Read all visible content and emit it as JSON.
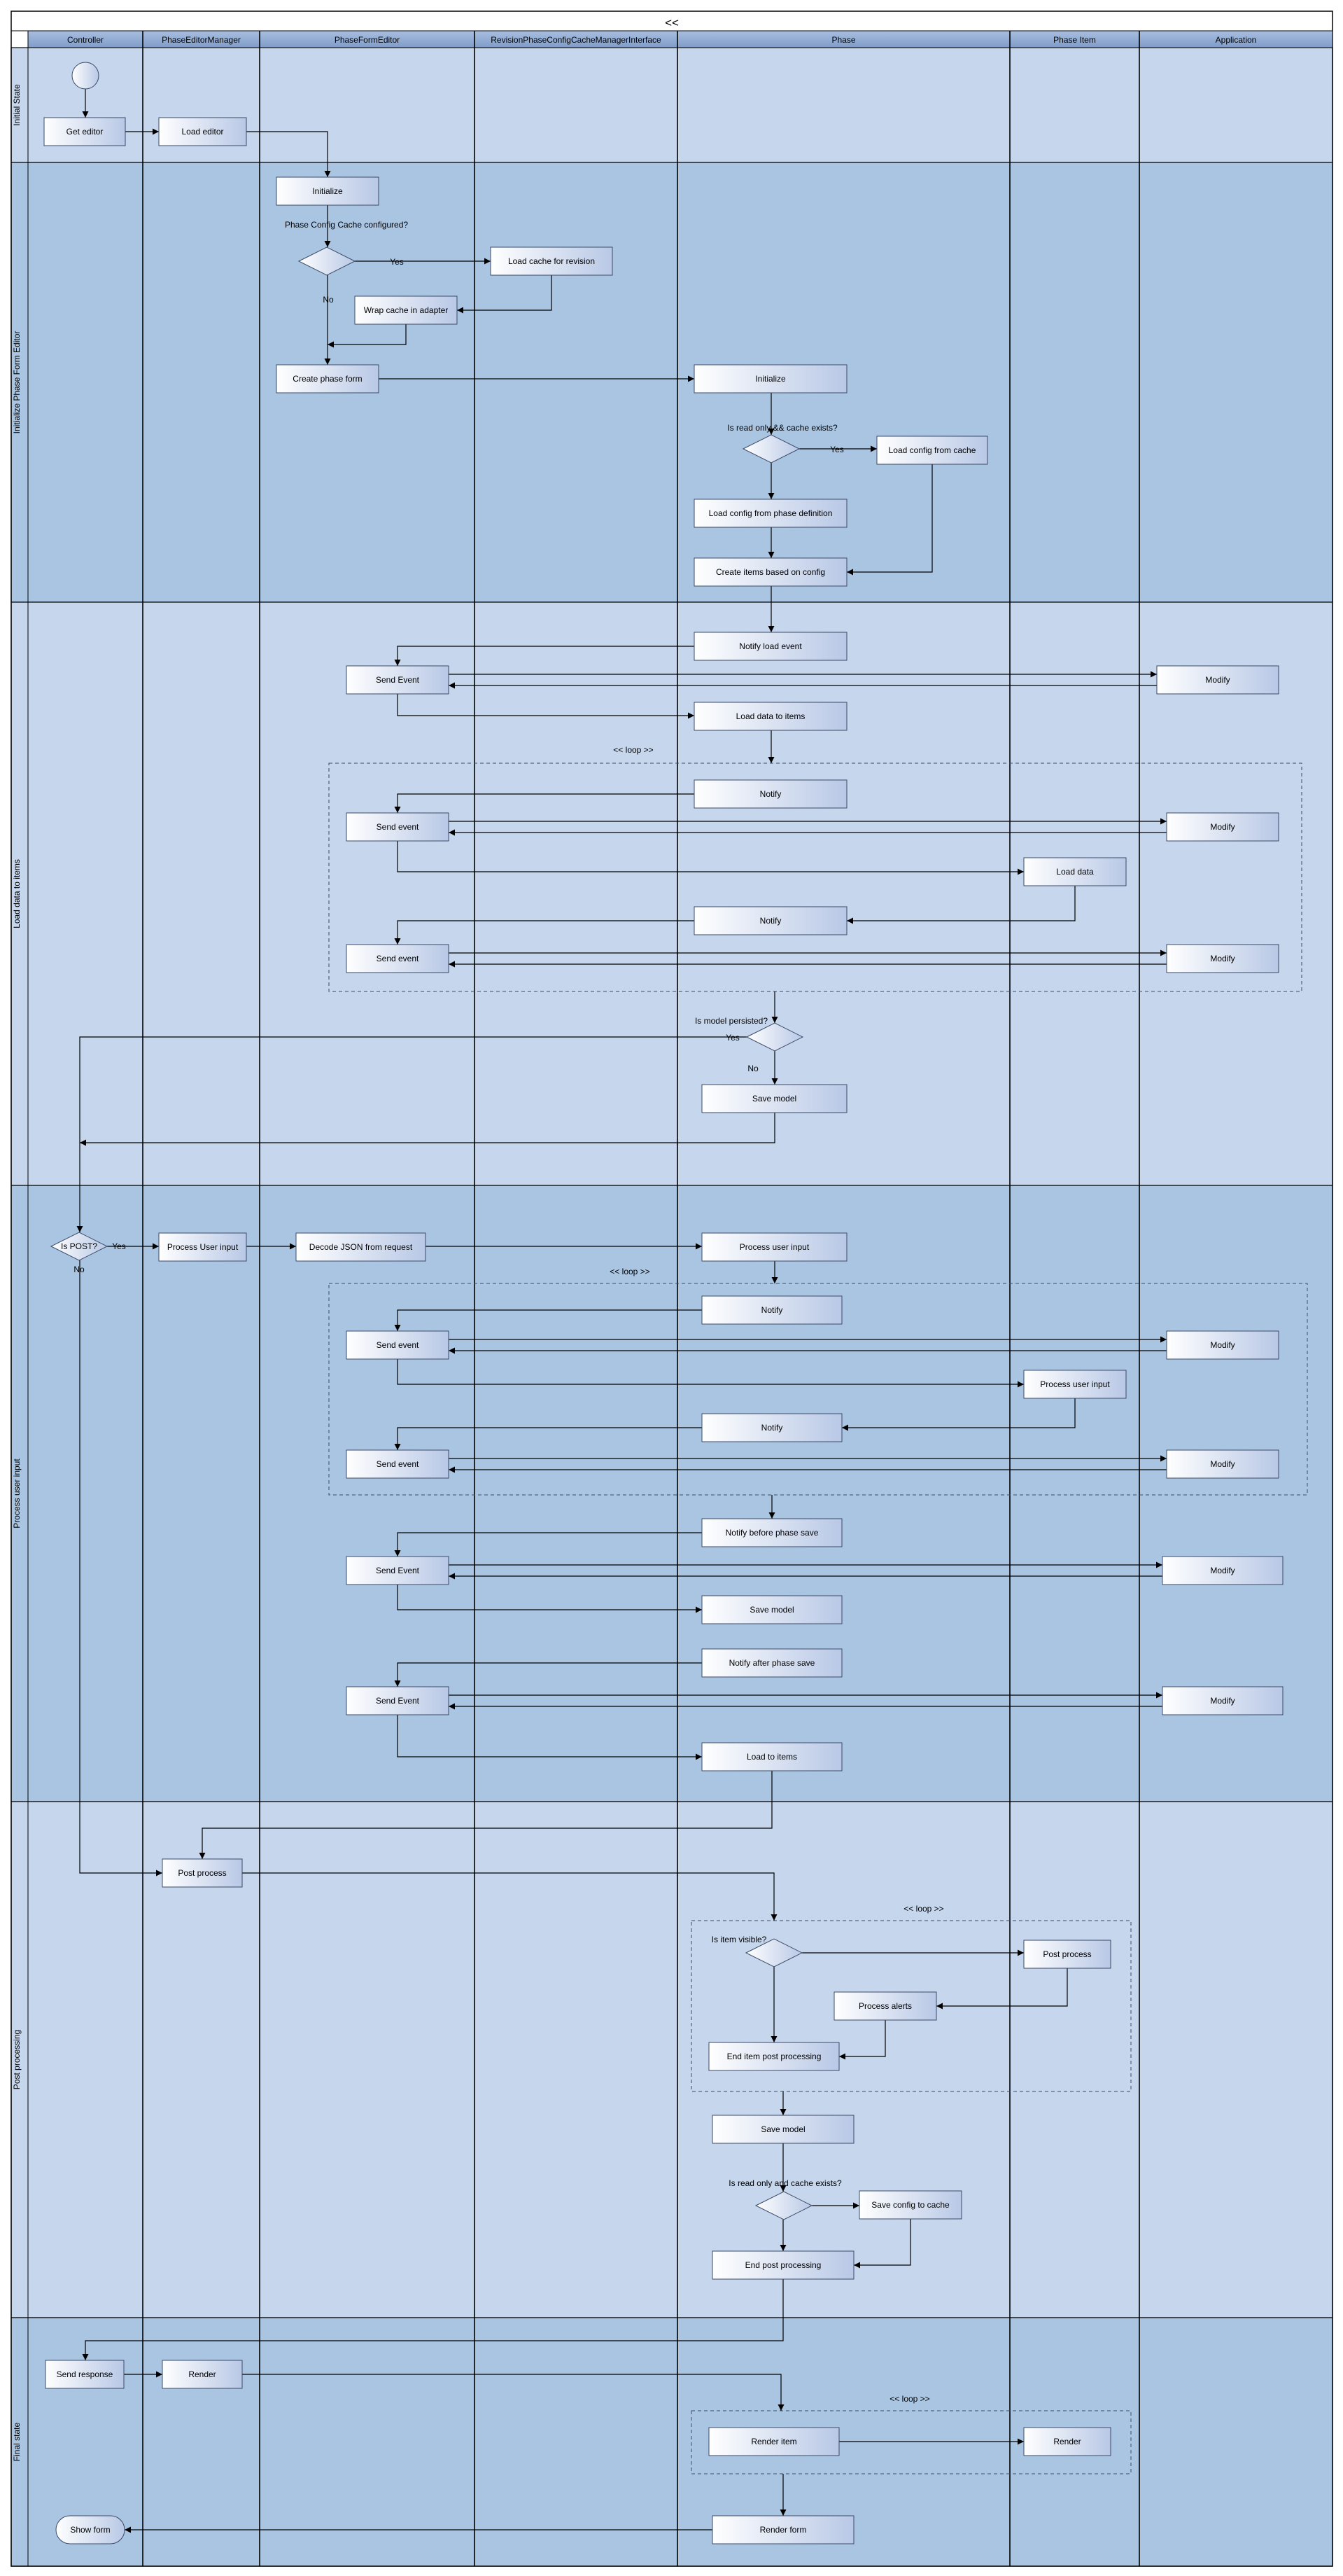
{
  "title": "<<",
  "columns": [
    "Controller",
    "PhaseEditorManager",
    "PhaseFormEditor",
    "RevisionPhaseConfigCacheManagerInterface",
    "Phase",
    "Phase Item",
    "Application"
  ],
  "lanes": [
    "Initial State",
    "Initialize Phase Form Editor",
    "Load data to items",
    "Process user input",
    "Post processing",
    "Final state"
  ],
  "boxes": {
    "get_editor": "Get editor",
    "load_editor": "Load editor",
    "pfe_initialize": "Initialize",
    "load_cache_revision": "Load cache for revision",
    "wrap_cache": "Wrap cache in adapter",
    "create_phase_form": "Create phase form",
    "phase_initialize": "Initialize",
    "load_config_cache": "Load config from cache",
    "load_config_def": "Load config from phase definition",
    "create_items": "Create items based on config",
    "notify_load_event": "Notify load event",
    "send_event_1": "Send Event",
    "modify_1": "Modify",
    "load_data_items": "Load data to items",
    "notify_1": "Notify",
    "send_event_2": "Send event",
    "modify_2": "Modify",
    "load_data": "Load data",
    "notify_2": "Notify",
    "send_event_3": "Send event",
    "modify_3": "Modify",
    "save_model_1": "Save model",
    "process_user_input_mgr": "Process User input",
    "decode_json": "Decode JSON from request",
    "process_user_input_phase": "Process user input",
    "notify_3": "Notify",
    "send_event_4": "Send event",
    "modify_4": "Modify",
    "process_user_input_item": "Process user input",
    "notify_4": "Notify",
    "send_event_5": "Send event",
    "modify_5": "Modify",
    "notify_before_save": "Notify before phase save",
    "send_event_6": "Send Event",
    "modify_6": "Modify",
    "save_model_2": "Save model",
    "notify_after_save": "Notify after phase save",
    "send_event_7": "Send Event",
    "modify_7": "Modify",
    "load_to_items": "Load to items",
    "post_process_mgr": "Post process",
    "post_process_item": "Post process",
    "process_alerts": "Process alerts",
    "end_item_post": "End item post processing",
    "save_model_3": "Save model",
    "save_config_cache": "Save config to cache",
    "end_post": "End post processing",
    "send_response": "Send response",
    "render_mgr": "Render",
    "render_item": "Render item",
    "render_phase_item": "Render",
    "render_form": "Render form",
    "show_form": "Show form"
  },
  "decisions": {
    "cache_configured": "Phase Config Cache configured?",
    "readonly_cache_1": "Is read only && cache exists?",
    "model_persisted": "Is model persisted?",
    "is_post": "Is POST?",
    "item_visible": "Is item visible?",
    "readonly_cache_2": "Is read only and cache exists?"
  },
  "edge_labels": {
    "yes": "Yes",
    "no": "No"
  },
  "loop_label": "<< loop >>"
}
